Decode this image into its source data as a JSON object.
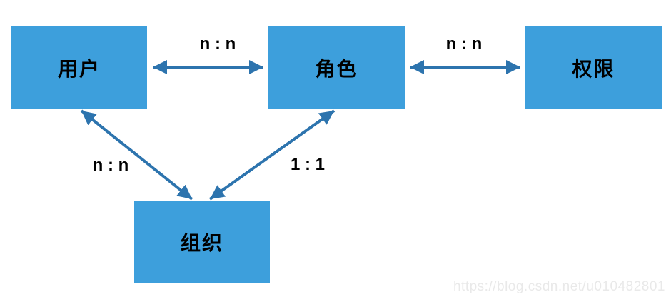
{
  "diagram": {
    "title": "user-role-permission-organization relationship diagram",
    "colors": {
      "node_fill": "#3d9fdc",
      "arrow": "#2d74ae",
      "node_text": "#000000",
      "edge_label_text": "#000000"
    },
    "nodes": [
      {
        "id": "user",
        "label": "用户"
      },
      {
        "id": "role",
        "label": "角色"
      },
      {
        "id": "permission",
        "label": "权限"
      },
      {
        "id": "organization",
        "label": "组织"
      }
    ],
    "edges": [
      {
        "id": "user-role",
        "from": "用户",
        "to": "角色",
        "label": "n : n",
        "direction": "bidirectional"
      },
      {
        "id": "role-permission",
        "from": "角色",
        "to": "权限",
        "label": "n : n",
        "direction": "bidirectional"
      },
      {
        "id": "user-organization",
        "from": "用户",
        "to": "组织",
        "label": "n : n",
        "direction": "bidirectional"
      },
      {
        "id": "role-organization",
        "from": "角色",
        "to": "组织",
        "label": "1 : 1",
        "direction": "bidirectional"
      }
    ]
  },
  "watermark": {
    "text": "https://blog.csdn.net/u010482801"
  }
}
